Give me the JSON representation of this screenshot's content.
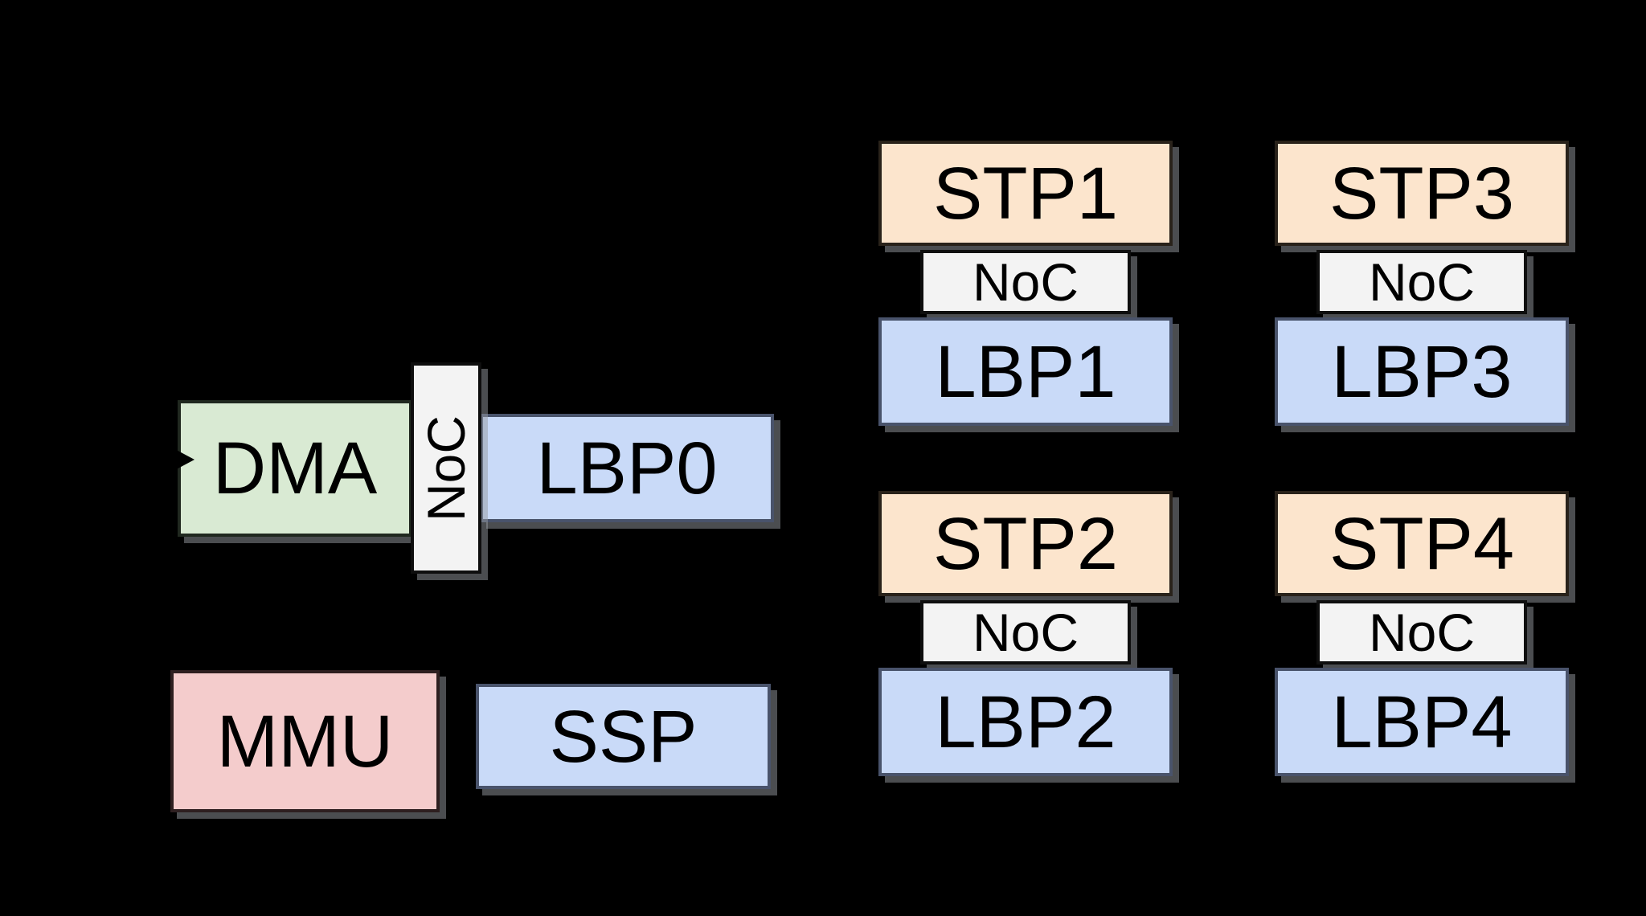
{
  "diagram": {
    "background": "#000000",
    "text_color": "#000000",
    "colors": {
      "dma_fill": "#d9ead3",
      "mmu_fill": "#f4cccc",
      "stp_fill": "#fce5cd",
      "lbp_fill": "#c9daf8",
      "ssp_fill": "#c9daf8",
      "noc_fill": "#f3f3f3",
      "arrow": "#000000",
      "shadow": "#9aa0a8"
    },
    "left_cluster": {
      "dma": {
        "label": "DMA"
      },
      "noc0": {
        "label": "NoC",
        "orientation": "vertical"
      },
      "lbp0": {
        "label": "LBP0"
      },
      "mmu": {
        "label": "MMU"
      },
      "ssp": {
        "label": "SSP"
      }
    },
    "stacks": [
      {
        "stp": "STP1",
        "noc": "NoC",
        "lbp": "LBP1"
      },
      {
        "stp": "STP3",
        "noc": "NoC",
        "lbp": "LBP3"
      },
      {
        "stp": "STP2",
        "noc": "NoC",
        "lbp": "LBP2"
      },
      {
        "stp": "STP4",
        "noc": "NoC",
        "lbp": "LBP4"
      }
    ]
  }
}
